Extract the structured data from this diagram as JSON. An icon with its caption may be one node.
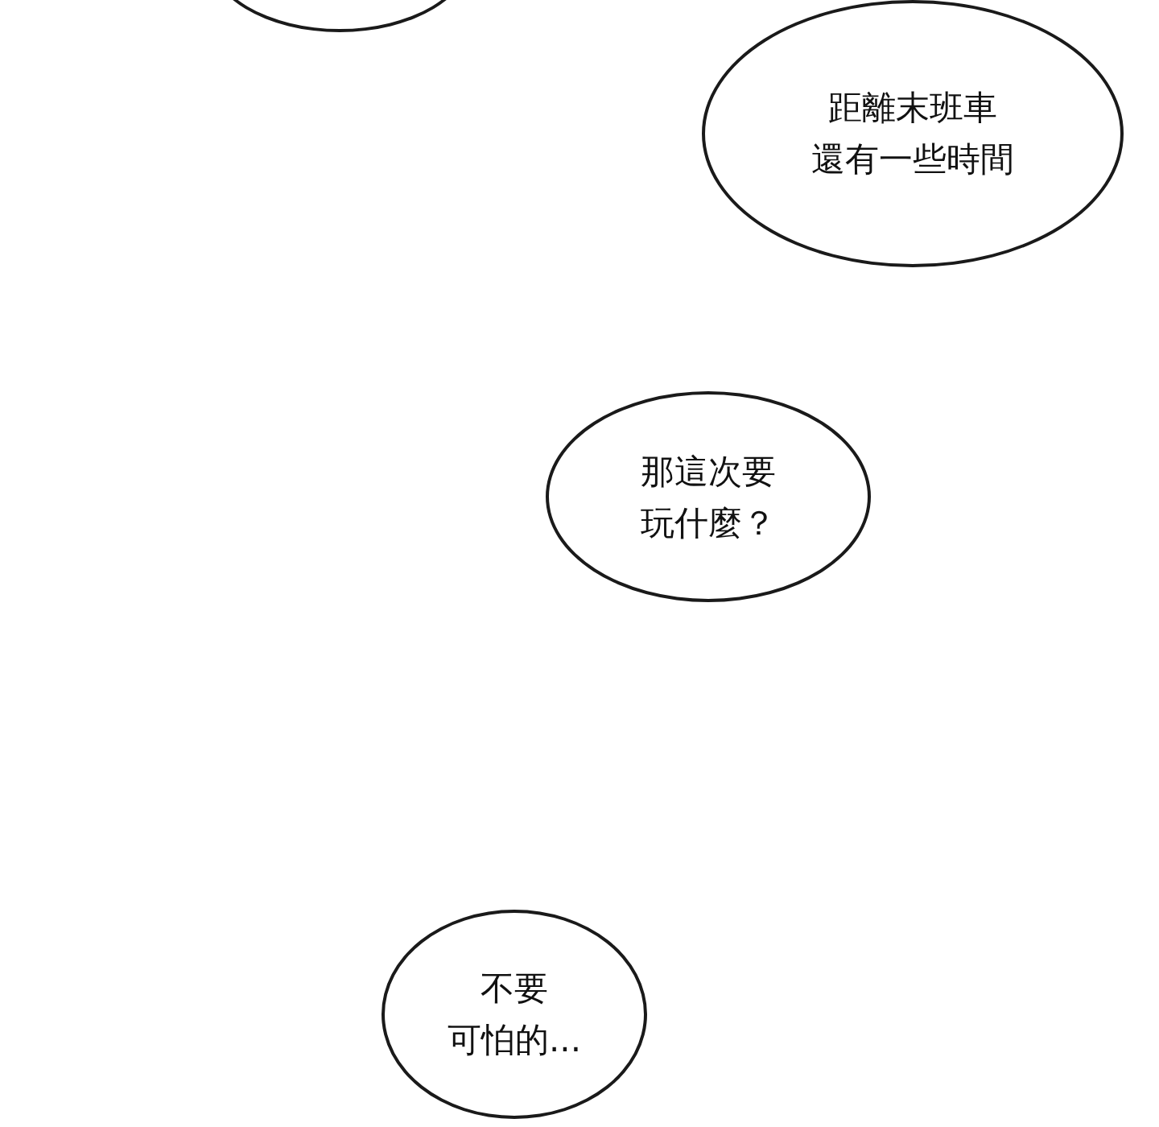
{
  "diagram": {
    "nodes": [
      {
        "text": [],
        "shape": "ellipse"
      },
      {
        "text": [
          "距離末班車還有一些時間"
        ]
      },
      {
        "text": [
          "那這次要玩什麼？"
        ]
      },
      {
        "text": [
          "不要可怕的..."
        ]
      }
    ],
    "edges": []
  }
}
